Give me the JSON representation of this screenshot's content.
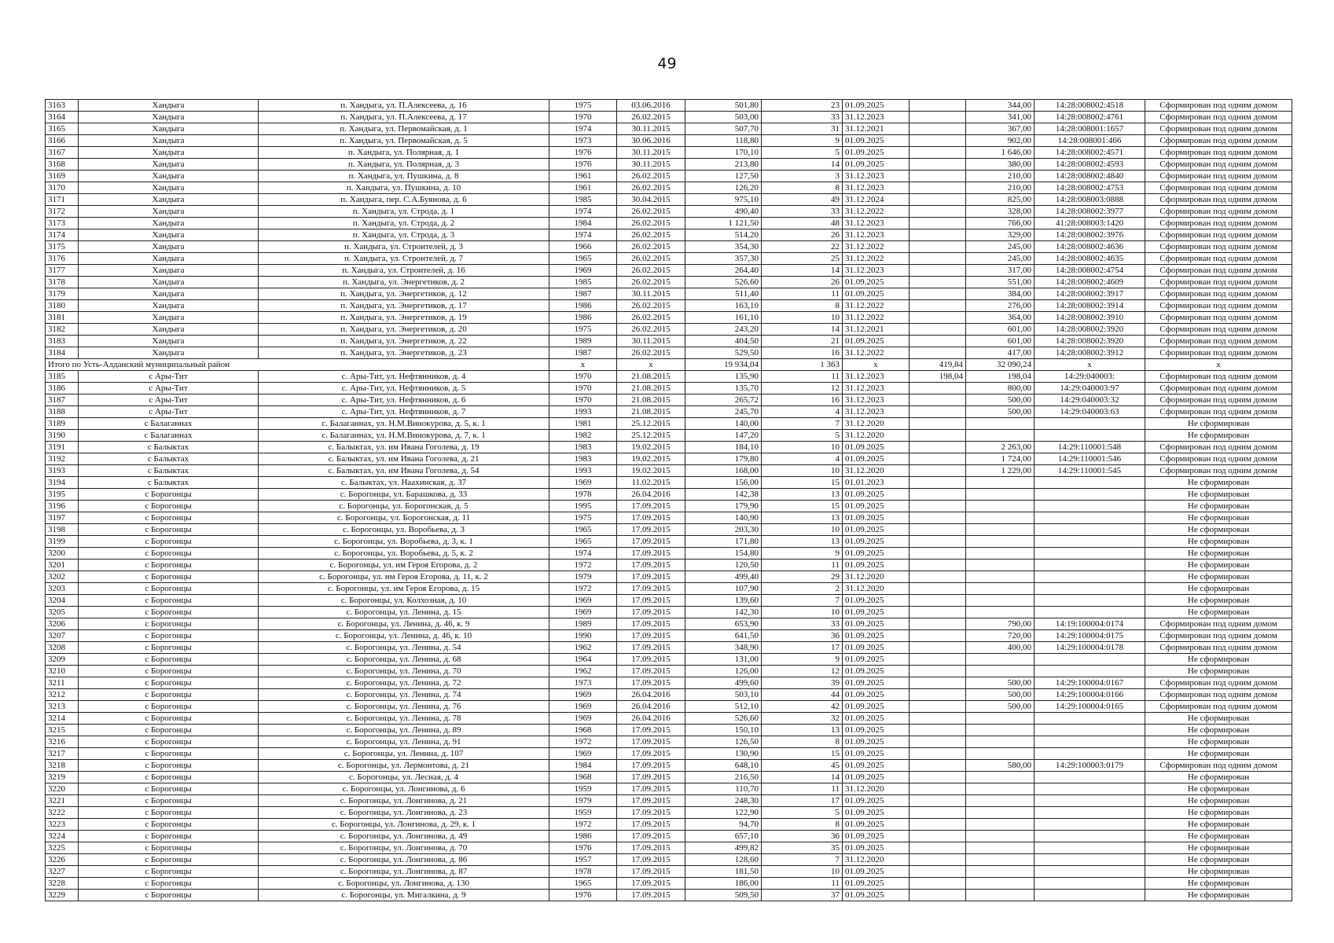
{
  "page_number": "49",
  "rows": [
    [
      "3163",
      "Хандыга",
      "п. Хандыга, ул. П.Алексеева, д. 16",
      "1975",
      "03.06.2016",
      "501,80",
      "23",
      "01.09.2025",
      "",
      "344,00",
      "14:28:008002:4518",
      "Сформирован под одним домом"
    ],
    [
      "3164",
      "Хандыга",
      "п. Хандыга, ул. П.Алексеева, д. 17",
      "1970",
      "26.02.2015",
      "503,00",
      "33",
      "31.12.2023",
      "",
      "341,00",
      "14:28:008002:4761",
      "Сформирован под одним домом"
    ],
    [
      "3165",
      "Хандыга",
      "п. Хандыга, ул. Первомайская, д. 1",
      "1974",
      "30.11.2015",
      "507,70",
      "31",
      "31.12.2021",
      "",
      "367,00",
      "14:28:008001:1657",
      "Сформирован под одним домом"
    ],
    [
      "3166",
      "Хандыга",
      "п. Хандыга, ул. Первомайская, д. 5",
      "1973",
      "30.06.2016",
      "118,80",
      "9",
      "01.09.2025",
      "",
      "902,00",
      "14:28:008001:466",
      "Сформирован под одним домом"
    ],
    [
      "3167",
      "Хандыга",
      "п. Хандыга, ул. Полярная, д. 1",
      "1976",
      "30.11.2015",
      "170,10",
      "5",
      "01.09.2025",
      "",
      "1 646,00",
      "14:28:008002:4571",
      "Сформирован под одним домом"
    ],
    [
      "3168",
      "Хандыга",
      "п. Хандыга, ул. Полярная, д. 3",
      "1976",
      "30.11.2015",
      "213,80",
      "14",
      "01.09.2025",
      "",
      "380,00",
      "14:28:008002:4593",
      "Сформирован под одним домом"
    ],
    [
      "3169",
      "Хандыга",
      "п. Хандыга, ул. Пушкина, д. 8",
      "1961",
      "26.02.2015",
      "127,50",
      "3",
      "31.12.2023",
      "",
      "210,00",
      "14:28:008002:4840",
      "Сформирован под одним домом"
    ],
    [
      "3170",
      "Хандыга",
      "п. Хандыга, ул. Пушкина, д. 10",
      "1961",
      "26.02.2015",
      "126,20",
      "8",
      "31.12.2023",
      "",
      "210,00",
      "14:28:008002:4753",
      "Сформирован под одним домом"
    ],
    [
      "3171",
      "Хандыга",
      "п. Хандыга, пер. С.А.Буянова, д. 6",
      "1985",
      "30.04.2015",
      "975,10",
      "49",
      "31.12.2024",
      "",
      "825,00",
      "14:28:008003:0888",
      "Сформирован под одним домом"
    ],
    [
      "3172",
      "Хандыга",
      "п. Хандыга, ул. Строда, д. 1",
      "1974",
      "26.02.2015",
      "490,40",
      "33",
      "31.12.2022",
      "",
      "328,00",
      "14:28:008002:3977",
      "Сформирован под одним домом"
    ],
    [
      "3173",
      "Хандыга",
      "п. Хандыга, ул. Строда, д. 2",
      "1984",
      "26.02.2015",
      "1 121,50",
      "48",
      "31.12.2023",
      "",
      "766,00",
      "41:28:008003:1420",
      "Сформирован под одним домом"
    ],
    [
      "3174",
      "Хандыга",
      "п. Хандыга, ул. Строда, д. 3",
      "1974",
      "26.02.2015",
      "514,20",
      "26",
      "31.12.2023",
      "",
      "329,00",
      "14:28:008002:3976",
      "Сформирован под одним домом"
    ],
    [
      "3175",
      "Хандыга",
      "п. Хандыга, ул. Строителей, д. 3",
      "1966",
      "26.02.2015",
      "354,30",
      "22",
      "31.12.2022",
      "",
      "245,00",
      "14:28:008002:4636",
      "Сформирован под одним домом"
    ],
    [
      "3176",
      "Хандыга",
      "п. Хандыга, ул. Строителей, д. 7",
      "1965",
      "26.02.2015",
      "357,30",
      "25",
      "31.12.2022",
      "",
      "245,00",
      "14:28:008002:4635",
      "Сформирован под одним домом"
    ],
    [
      "3177",
      "Хандыга",
      "п. Хандыга, ул. Строителей, д. 16",
      "1969",
      "26.02.2015",
      "264,40",
      "14",
      "31.12.2023",
      "",
      "317,00",
      "14:28:008002:4754",
      "Сформирован под одним домом"
    ],
    [
      "3178",
      "Хандыга",
      "п. Хандыга, ул. Энергетиков, д. 2",
      "1985",
      "26.02.2015",
      "526,60",
      "26",
      "01.09.2025",
      "",
      "551,00",
      "14:28:008002:4609",
      "Сформирован под одним домом"
    ],
    [
      "3179",
      "Хандыга",
      "п. Хандыга, ул. Энергетиков, д. 12",
      "1987",
      "30.11.2015",
      "511,40",
      "11",
      "01.09.2025",
      "",
      "384,00",
      "14:28:008002:3917",
      "Сформирован под одним домом"
    ],
    [
      "3180",
      "Хандыга",
      "п. Хандыга, ул. Энергетиков, д. 17",
      "1986",
      "26.02.2015",
      "163,10",
      "8",
      "31.12.2022",
      "",
      "276,00",
      "14:28:008002:3914",
      "Сформирован под одним домом"
    ],
    [
      "3181",
      "Хандыга",
      "п. Хандыга, ул. Энергетиков, д. 19",
      "1986",
      "26.02.2015",
      "161,10",
      "10",
      "31.12.2022",
      "",
      "364,00",
      "14:28:008002:3910",
      "Сформирован под одним домом"
    ],
    [
      "3182",
      "Хандыга",
      "п. Хандыга, ул. Энергетиков, д. 20",
      "1975",
      "26.02.2015",
      "243,20",
      "14",
      "31.12.2021",
      "",
      "601,00",
      "14:28:008002:3920",
      "Сформирован под одним домом"
    ],
    [
      "3183",
      "Хандыга",
      "п. Хандыга, ул. Энергетиков, д. 22",
      "1989",
      "30.11.2015",
      "404,50",
      "21",
      "01.09.2025",
      "",
      "601,00",
      "14:28:008002:3920",
      "Сформирован под одним домом"
    ],
    [
      "3184",
      "Хандыга",
      "п. Хандыга, ул. Энергетиков, д. 23",
      "1987",
      "26.02.2015",
      "529,50",
      "16",
      "31.12.2022",
      "",
      "417,00",
      "14:28:008002:3912",
      "Сформирован под одним домом"
    ],
    {
      "total": true,
      "label": "Итого по Усть-Алданский муниципальный район",
      "cells": [
        "x",
        "x",
        "19 934,04",
        "1 363",
        "x",
        "419,84",
        "32 090,24",
        "x",
        "x"
      ]
    },
    [
      "3185",
      "с Ары-Тит",
      "с. Ары-Тит, ул. Нефтянников, д. 4",
      "1970",
      "21.08.2015",
      "135,90",
      "11",
      "31.12.2023",
      "198,04",
      "198,04",
      "14:29:040003:",
      "Сформирован под одним домом"
    ],
    [
      "3186",
      "с Ары-Тит",
      "с. Ары-Тит, ул. Нефтянников, д. 5",
      "1970",
      "21.08.2015",
      "135,70",
      "12",
      "31.12.2023",
      "",
      "800,00",
      "14:29:040003:97",
      "Сформирован под одним домом"
    ],
    [
      "3187",
      "с Ары-Тит",
      "с. Ары-Тит, ул. Нефтянников, д. 6",
      "1970",
      "21.08.2015",
      "265,72",
      "16",
      "31.12.2023",
      "",
      "500,00",
      "14:29:040003:32",
      "Сформирован под одним домом"
    ],
    [
      "3188",
      "с Ары-Тит",
      "с. Ары-Тит, ул. Нефтянников, д. 7",
      "1993",
      "21.08.2015",
      "245,70",
      "4",
      "31.12.2023",
      "",
      "500,00",
      "14:29:040003:63",
      "Сформирован под одним домом"
    ],
    [
      "3189",
      "с Балаганнах",
      "с. Балаганнах, ул. Н.М.Винокурова, д. 5, к. 1",
      "1981",
      "25.12.2015",
      "140,00",
      "7",
      "31.12.2020",
      "",
      "",
      "",
      "Не сформирован"
    ],
    [
      "3190",
      "с Балаганнах",
      "с. Балаганнах, ул. Н.М.Винокурова, д. 7, к. 1",
      "1982",
      "25.12.2015",
      "147,20",
      "5",
      "31.12.2020",
      "",
      "",
      "",
      "Не сформирован"
    ],
    [
      "3191",
      "с Балыктах",
      "с. Балыктах, ул. им Ивана Гоголева, д. 19",
      "1983",
      "19.02.2015",
      "184,10",
      "10",
      "01.09.2025",
      "",
      "2 263,00",
      "14:29:110001:548",
      "Сформирован под одним домом"
    ],
    [
      "3192",
      "с Балыктах",
      "с. Балыктах, ул. им Ивана Гоголева, д. 21",
      "1983",
      "19.02.2015",
      "179,80",
      "4",
      "01.09.2025",
      "",
      "1 724,00",
      "14:29:110001:546",
      "Сформирован под одним домом"
    ],
    [
      "3193",
      "с Балыктах",
      "с. Балыктах, ул. им Ивана Гоголева, д. 54",
      "1993",
      "19.02.2015",
      "168,00",
      "10",
      "31.12.2020",
      "",
      "1 229,00",
      "14:29:110001:545",
      "Сформирован под одним домом"
    ],
    [
      "3194",
      "с Балыктах",
      "с. Балыктах, ул. Наахинская, д. 37",
      "1969",
      "11.02.2015",
      "156,00",
      "15",
      "01.01.2023",
      "",
      "",
      "",
      "Не сформирован"
    ],
    [
      "3195",
      "с Борогонцы",
      "с. Борогонцы, ул. Барашкова, д. 33",
      "1978",
      "26.04.2016",
      "142,38",
      "13",
      "01.09.2025",
      "",
      "",
      "",
      "Не сформирован"
    ],
    [
      "3196",
      "с Борогонцы",
      "с. Борогонцы, ул. Борогонская, д. 5",
      "1995",
      "17.09.2015",
      "179,90",
      "15",
      "01.09.2025",
      "",
      "",
      "",
      "Не сформирован"
    ],
    [
      "3197",
      "с Борогонцы",
      "с. Борогонцы, ул. Борогонская, д. 11",
      "1975",
      "17.09.2015",
      "140,90",
      "13",
      "01.09.2025",
      "",
      "",
      "",
      "Не сформирован"
    ],
    [
      "3198",
      "с Борогонцы",
      "с. Борогонцы, ул. Воробьева, д. 3",
      "1965",
      "17.09.2015",
      "203,30",
      "10",
      "01.09.2025",
      "",
      "",
      "",
      "Не сформирован"
    ],
    [
      "3199",
      "с Борогонцы",
      "с. Борогонцы, ул. Воробьева, д. 3, к. 1",
      "1965",
      "17.09.2015",
      "171,80",
      "13",
      "01.09.2025",
      "",
      "",
      "",
      "Не сформирован"
    ],
    [
      "3200",
      "с Борогонцы",
      "с. Борогонцы, ул. Воробьева, д. 5, к. 2",
      "1974",
      "17.09.2015",
      "154,80",
      "9",
      "01.09.2025",
      "",
      "",
      "",
      "Не сформирован"
    ],
    [
      "3201",
      "с Борогонцы",
      "с. Борогонцы, ул. им Героя Егорова, д. 2",
      "1972",
      "17.09.2015",
      "120,50",
      "11",
      "01.09.2025",
      "",
      "",
      "",
      "Не сформирован"
    ],
    [
      "3202",
      "с Борогонцы",
      "с. Борогонцы, ул. им Героя Егорова, д. 11, к. 2",
      "1979",
      "17.09.2015",
      "499,40",
      "29",
      "31.12.2020",
      "",
      "",
      "",
      "Не сформирован"
    ],
    [
      "3203",
      "с Борогонцы",
      "с. Борогонцы, ул. им Героя Егорова, д. 15",
      "1972",
      "17.09.2015",
      "107,90",
      "2",
      "31.12.2020",
      "",
      "",
      "",
      "Не сформирован"
    ],
    [
      "3204",
      "с Борогонцы",
      "с. Борогонцы, ул. Колхозная, д. 10",
      "1969",
      "17.09.2015",
      "139,60",
      "7",
      "01.09.2025",
      "",
      "",
      "",
      "Не сформирован"
    ],
    [
      "3205",
      "с Борогонцы",
      "с. Борогонцы, ул. Ленина, д. 15",
      "1969",
      "17.09.2015",
      "142,30",
      "10",
      "01.09.2025",
      "",
      "",
      "",
      "Не сформирован"
    ],
    [
      "3206",
      "с Борогонцы",
      "с. Борогонцы, ул. Ленина, д. 46, к. 9",
      "1989",
      "17.09.2015",
      "653,90",
      "33",
      "01.09.2025",
      "",
      "790,00",
      "14:19:100004:0174",
      "Сформирован под одним домом"
    ],
    [
      "3207",
      "с Борогонцы",
      "с. Борогонцы, ул. Ленина, д. 46, к. 10",
      "1990",
      "17.09.2015",
      "641,50",
      "36",
      "01.09.2025",
      "",
      "720,00",
      "14:29:100004:0175",
      "Сформирован под одним домом"
    ],
    [
      "3208",
      "с Борогонцы",
      "с. Борогонцы, ул. Ленина, д. 54",
      "1962",
      "17.09.2015",
      "348,90",
      "17",
      "01.09.2025",
      "",
      "400,00",
      "14:29:100004:0178",
      "Сформирован под одним домом"
    ],
    [
      "3209",
      "с Борогонцы",
      "с. Борогонцы, ул. Ленина, д. 68",
      "1964",
      "17.09.2015",
      "131,00",
      "9",
      "01.09.2025",
      "",
      "",
      "",
      "Не сформирован"
    ],
    [
      "3210",
      "с Борогонцы",
      "с. Борогонцы, ул. Ленина, д. 70",
      "1962",
      "17.09.2015",
      "126,00",
      "12",
      "01.09.2025",
      "",
      "",
      "",
      "Не сформирован"
    ],
    [
      "3211",
      "с Борогонцы",
      "с. Борогонцы, ул. Ленина, д. 72",
      "1973",
      "17.09.2015",
      "499,60",
      "39",
      "01.09.2025",
      "",
      "500,00",
      "14:29:100004:0167",
      "Сформирован под одним домом"
    ],
    [
      "3212",
      "с Борогонцы",
      "с. Борогонцы, ул. Ленина, д. 74",
      "1969",
      "26.04.2016",
      "503,10",
      "44",
      "01.09.2025",
      "",
      "500,00",
      "14:29:100004:0166",
      "Сформирован под одним домом"
    ],
    [
      "3213",
      "с Борогонцы",
      "с. Борогонцы, ул. Ленина, д. 76",
      "1969",
      "26.04.2016",
      "512,10",
      "42",
      "01.09.2025",
      "",
      "500,00",
      "14:29:100004:0165",
      "Сформирован под одним домом"
    ],
    [
      "3214",
      "с Борогонцы",
      "с. Борогонцы, ул. Ленина, д. 78",
      "1969",
      "26.04.2016",
      "526,60",
      "32",
      "01.09.2025",
      "",
      "",
      "",
      "Не сформирован"
    ],
    [
      "3215",
      "с Борогонцы",
      "с. Борогонцы, ул. Ленина, д. 89",
      "1968",
      "17.09.2015",
      "150,10",
      "13",
      "01.09.2025",
      "",
      "",
      "",
      "Не сформирован"
    ],
    [
      "3216",
      "с Борогонцы",
      "с. Борогонцы, ул. Ленина, д. 91",
      "1972",
      "17.09.2015",
      "126,50",
      "8",
      "01.09.2025",
      "",
      "",
      "",
      "Не сформирован"
    ],
    [
      "3217",
      "с Борогонцы",
      "с. Борогонцы, ул. Ленина, д. 107",
      "1969",
      "17.09.2015",
      "130,90",
      "15",
      "01.09.2025",
      "",
      "",
      "",
      "Не сформирован"
    ],
    [
      "3218",
      "с Борогонцы",
      "с. Борогонцы, ул. Лермонтова, д. 21",
      "1984",
      "17.09.2015",
      "648,10",
      "45",
      "01.09.2025",
      "",
      "580,00",
      "14:29:100003:0179",
      "Сформирован под одним домом"
    ],
    [
      "3219",
      "с Борогонцы",
      "с. Борогонцы, ул. Лесная, д. 4",
      "1968",
      "17.09.2015",
      "216,50",
      "14",
      "01.09.2025",
      "",
      "",
      "",
      "Не сформирован"
    ],
    [
      "3220",
      "с Борогонцы",
      "с. Борогонцы, ул. Лонгинова, д. 6",
      "1959",
      "17.09.2015",
      "110,70",
      "11",
      "31.12.2020",
      "",
      "",
      "",
      "Не сформирован"
    ],
    [
      "3221",
      "с Борогонцы",
      "с. Борогонцы, ул. Лонгинова, д. 21",
      "1979",
      "17.09.2015",
      "248,30",
      "17",
      "01.09.2025",
      "",
      "",
      "",
      "Не сформирован"
    ],
    [
      "3222",
      "с Борогонцы",
      "с. Борогонцы, ул. Лонгинова, д. 23",
      "1959",
      "17.09.2015",
      "122,90",
      "5",
      "01.09.2025",
      "",
      "",
      "",
      "Не сформирован"
    ],
    [
      "3223",
      "с Борогонцы",
      "с. Борогонцы, ул. Лонгинова, д. 29, к. 1",
      "1972",
      "17.09.2015",
      "94,70",
      "8",
      "01.09.2025",
      "",
      "",
      "",
      "Не сформирован"
    ],
    [
      "3224",
      "с Борогонцы",
      "с. Борогонцы, ул. Лонгинова, д. 49",
      "1986",
      "17.09.2015",
      "657,10",
      "36",
      "01.09.2025",
      "",
      "",
      "",
      "Не сформирован"
    ],
    [
      "3225",
      "с Борогонцы",
      "с. Борогонцы, ул. Лонгинова, д. 70",
      "1976",
      "17.09.2015",
      "499,82",
      "35",
      "01.09.2025",
      "",
      "",
      "",
      "Не сформирован"
    ],
    [
      "3226",
      "с Борогонцы",
      "с. Борогонцы, ул. Лонгинова, д. 86",
      "1957",
      "17.09.2015",
      "128,60",
      "7",
      "31.12.2020",
      "",
      "",
      "",
      "Не сформирован"
    ],
    [
      "3227",
      "с Борогонцы",
      "с. Борогонцы, ул. Лонгинова, д. 87",
      "1978",
      "17.09.2015",
      "181,50",
      "10",
      "01.09.2025",
      "",
      "",
      "",
      "Не сформирован"
    ],
    [
      "3228",
      "с Борогонцы",
      "с. Борогонцы, ул. Лонгинова, д. 130",
      "1965",
      "17.09.2015",
      "186,00",
      "11",
      "01.09.2025",
      "",
      "",
      "",
      "Не сформирован"
    ],
    [
      "3229",
      "с Борогонцы",
      "с. Борогонцы, ул. Мигалкина, д. 9",
      "1976",
      "17.09.2015",
      "509,50",
      "37",
      "01.09.2025",
      "",
      "",
      "",
      "Не сформирован"
    ]
  ]
}
